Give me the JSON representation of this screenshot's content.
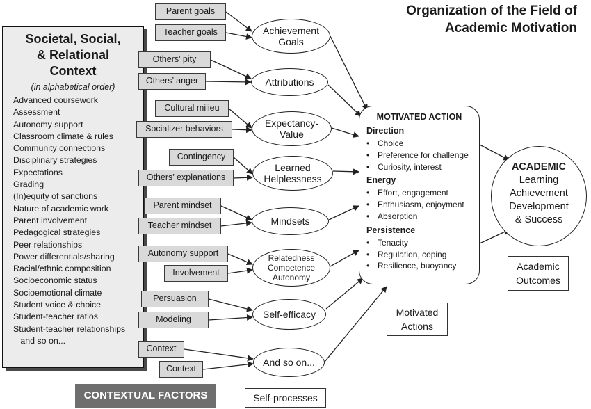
{
  "title": {
    "line1": "Organization of the Field of",
    "line2_bold": "Academic",
    "line2_rest": " Motivation"
  },
  "societal": {
    "heading_lines": [
      "Societal, Social,",
      "& Relational",
      "Context"
    ],
    "subtitle": "(in alphabetical order)",
    "items": [
      "Advanced coursework",
      "Assessment",
      "Autonomy support",
      "Classroom climate & rules",
      "Community connections",
      "Disciplinary strategies",
      "Expectations",
      "Grading",
      "(In)equity of sanctions",
      "Nature of academic work",
      "Parent involvement",
      "Pedagogical strategies",
      "Peer relationships",
      "Power differentials/sharing",
      "Racial/ethnic composition",
      "Socioeconomic status",
      "Socioemotional climate",
      "Student voice & choice",
      "Student-teacher ratios",
      "Student-teacher relationships",
      "   and so on..."
    ]
  },
  "factors": [
    "Parent goals",
    "Teacher goals",
    "Others’ pity",
    "Others’ anger",
    "Cultural milieu",
    "Socializer behaviors",
    "Contingency",
    "Others’ explanations",
    "Parent mindset",
    "Teacher mindset",
    "Autonomy support",
    "Involvement",
    "Persuasion",
    "Modeling",
    "Context",
    "Context"
  ],
  "processes": [
    "Achievement\nGoals",
    "Attributions",
    "Expectancy-\nValue",
    "Learned\nHelplessness",
    "Mindsets",
    "Relatedness\nCompetence\nAutonomy",
    "Self-efficacy",
    "And so on..."
  ],
  "motivated_action": {
    "heading": "MOTIVATED ACTION",
    "sections": [
      {
        "title": "Direction",
        "items": [
          "Choice",
          "Preference for challenge",
          "Curiosity, interest"
        ]
      },
      {
        "title": "Energy",
        "items": [
          "Effort, engagement",
          "Enthusiasm, enjoyment",
          "Absorption"
        ]
      },
      {
        "title": "Persistence",
        "items": [
          "Tenacity",
          "Regulation, coping",
          "Resilience, buoyancy"
        ]
      }
    ]
  },
  "academic": {
    "heading": "ACADEMIC",
    "lines": [
      "Learning",
      "Achievement",
      "Development",
      "& Success"
    ]
  },
  "labels": {
    "academic_outcomes": "Academic\nOutcomes",
    "motivated_actions": "Motivated\nActions",
    "self_processes": "Self-processes",
    "contextual_factors": "CONTEXTUAL FACTORS"
  }
}
